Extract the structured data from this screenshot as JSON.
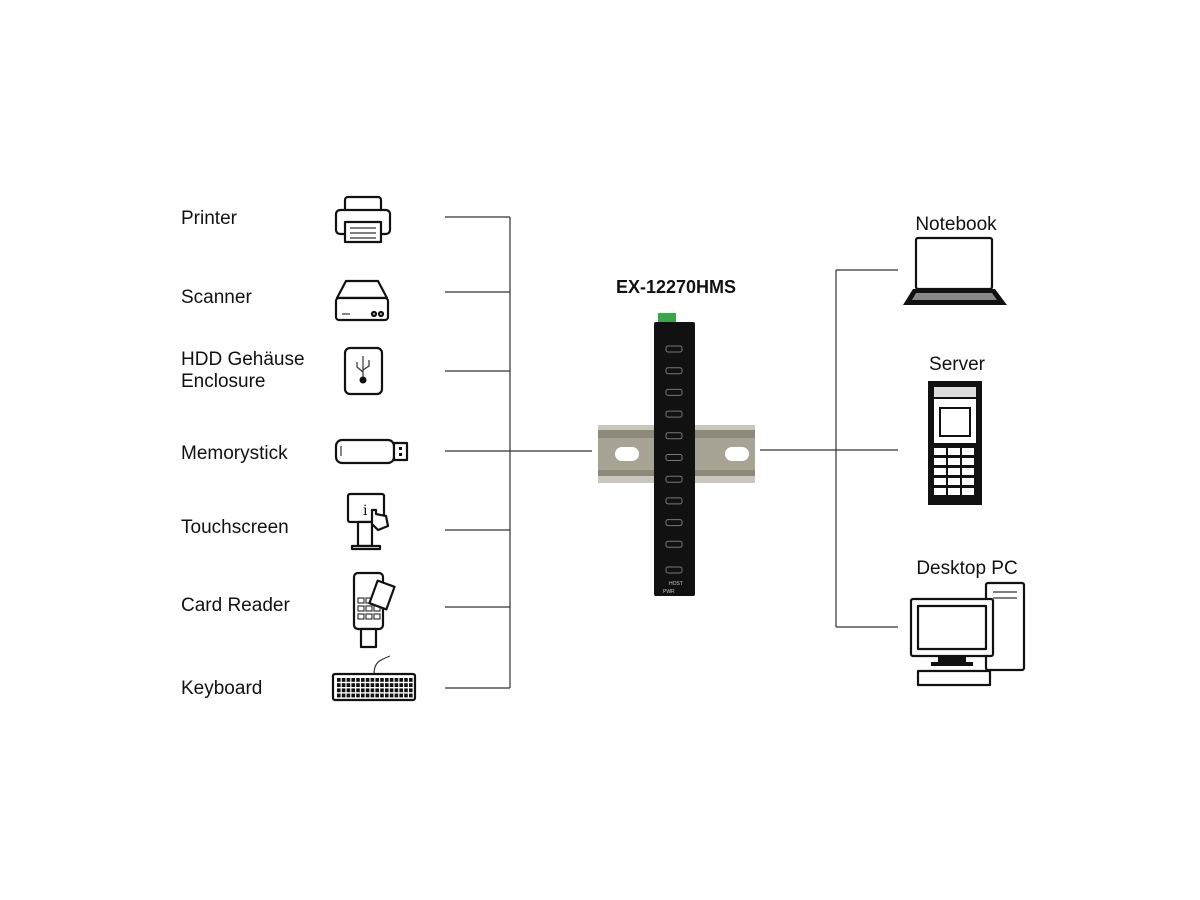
{
  "title": "EX-12270HMS",
  "devices": [
    {
      "label": "Printer",
      "icon": "printer-icon"
    },
    {
      "label": "Scanner",
      "icon": "scanner-icon"
    },
    {
      "label_line1": "HDD Gehäuse",
      "label_line2": "Enclosure",
      "icon": "usb-hdd-icon"
    },
    {
      "label": "Memorystick",
      "icon": "usb-stick-icon"
    },
    {
      "label": "Touchscreen",
      "icon": "touchscreen-kiosk-icon"
    },
    {
      "label": "Card Reader",
      "icon": "card-reader-icon"
    },
    {
      "label": "Keyboard",
      "icon": "keyboard-icon"
    }
  ],
  "hosts": [
    {
      "label": "Notebook",
      "icon": "notebook-icon"
    },
    {
      "label": "Server",
      "icon": "server-icon"
    },
    {
      "label": "Desktop PC",
      "icon": "desktop-pc-icon"
    }
  ],
  "hub": {
    "port_count": 10,
    "host_port_label": "HOST",
    "power_label": "PWR"
  }
}
